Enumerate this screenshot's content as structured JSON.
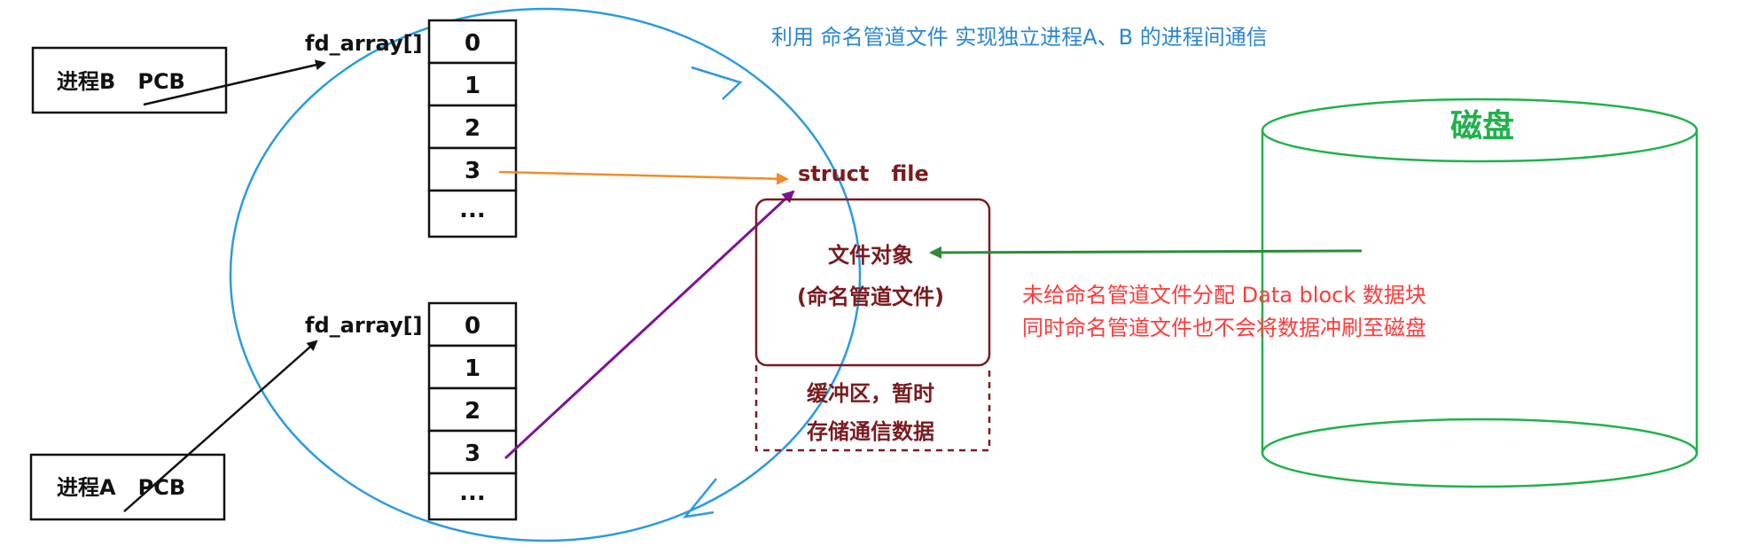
{
  "title": "利用 命名管道文件 实现独立进程A、B 的进程间通信",
  "process_b": {
    "label": "进程B   PCB"
  },
  "process_a": {
    "label": "进程A   PCB"
  },
  "fd_table_b": {
    "label": "fd_array[]",
    "cells": [
      "0",
      "1",
      "2",
      "3",
      "..."
    ]
  },
  "fd_table_a": {
    "label": "fd_array[]",
    "cells": [
      "0",
      "1",
      "2",
      "3",
      "..."
    ]
  },
  "struct_file": {
    "label": "struct   file",
    "object_line1": "文件对象",
    "object_line2": "(命名管道文件)",
    "buffer_line1": "缓冲区，暂时",
    "buffer_line2": "存储通信数据"
  },
  "disk": {
    "label": "磁盘"
  },
  "note": {
    "line1": "未给命名管道文件分配 Data block 数据块",
    "line2": "同时命名管道文件也不会将数据冲刷至磁盘"
  },
  "colors": {
    "blue": "#2b9be0",
    "orange": "#f28c28",
    "purple": "#7e1396",
    "green": "#2e8b3a",
    "maroon": "#7b1a1f",
    "red": "#ff3b3b",
    "disk_green": "#1fb24a"
  }
}
